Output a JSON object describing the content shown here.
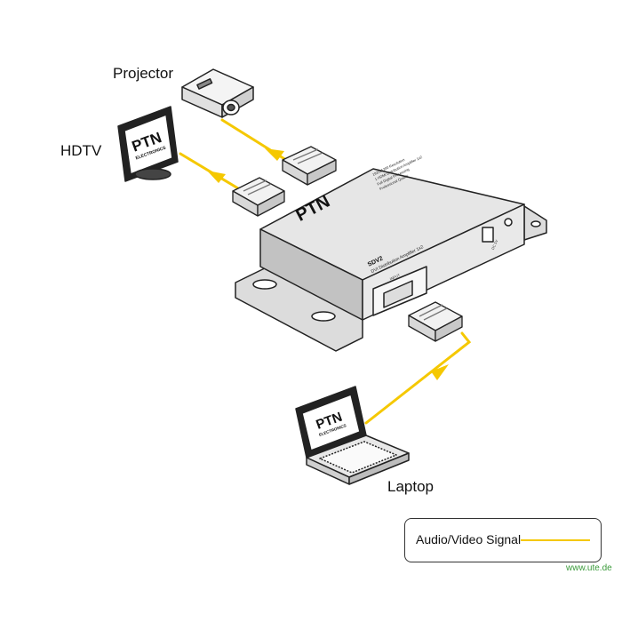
{
  "labels": {
    "projector": "Projector",
    "hdtv": "HDTV",
    "laptop": "Laptop"
  },
  "device": {
    "brand": "PTN",
    "model": "SDV2",
    "subtitle": "DVI Distribution Amplifier 1x2",
    "input_label": "INPUT",
    "power_label": "DC 5V",
    "feature_lines": [
      "1920x1200 Resolution",
      "1 HDMI Distribution Amplifier 1x2",
      "Full Digital Processing",
      "Professional Quality"
    ]
  },
  "logos": {
    "screen_brand": "PTN",
    "screen_sub": "ELECTRONICS"
  },
  "legend": {
    "label": "Audio/Video Signal",
    "line_color": "#f5c800"
  },
  "watermark": {
    "text": "www.ute.de",
    "color": "#3a9a3a"
  },
  "colors": {
    "signal": "#f5c800",
    "outline": "#222222"
  }
}
